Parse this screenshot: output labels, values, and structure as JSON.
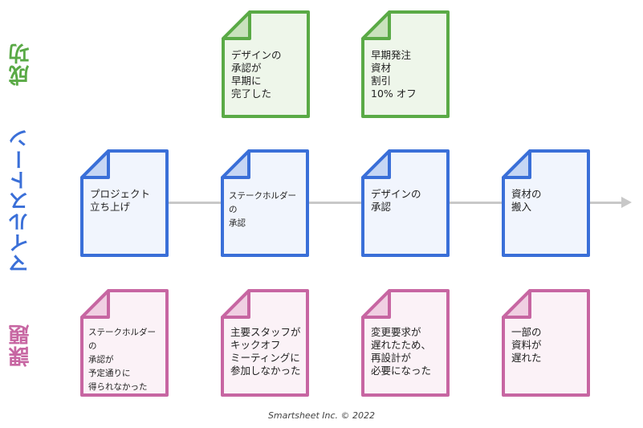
{
  "row_labels": {
    "success": "成功",
    "milestone": "マイルストーン",
    "challenge": "課題"
  },
  "colors": {
    "success": "#5aaa46",
    "milestone": "#3a6fd8",
    "challenge": "#c766a2",
    "timeline": "#c8c8c8"
  },
  "success": [
    "デザインの\n承認が\n早期に\n完了した",
    "早期発注\n資材\n割引\n10% オフ"
  ],
  "milestones": [
    "プロジェクト\n立ち上げ",
    "ステークホルダーの\n承認",
    "デザインの\n承認",
    "資材の\n搬入"
  ],
  "challenges": [
    "ステークホルダーの\n承認が\n予定通りに\n得られなかった",
    "主要スタッフが\nキックオフ\nミーティングに\n参加しなかった",
    "変更要求が\n遅れたため、\n再設計が\n必要になった",
    "一部の\n資料が\n遅れた"
  ],
  "footer": "Smartsheet Inc. © 2022"
}
